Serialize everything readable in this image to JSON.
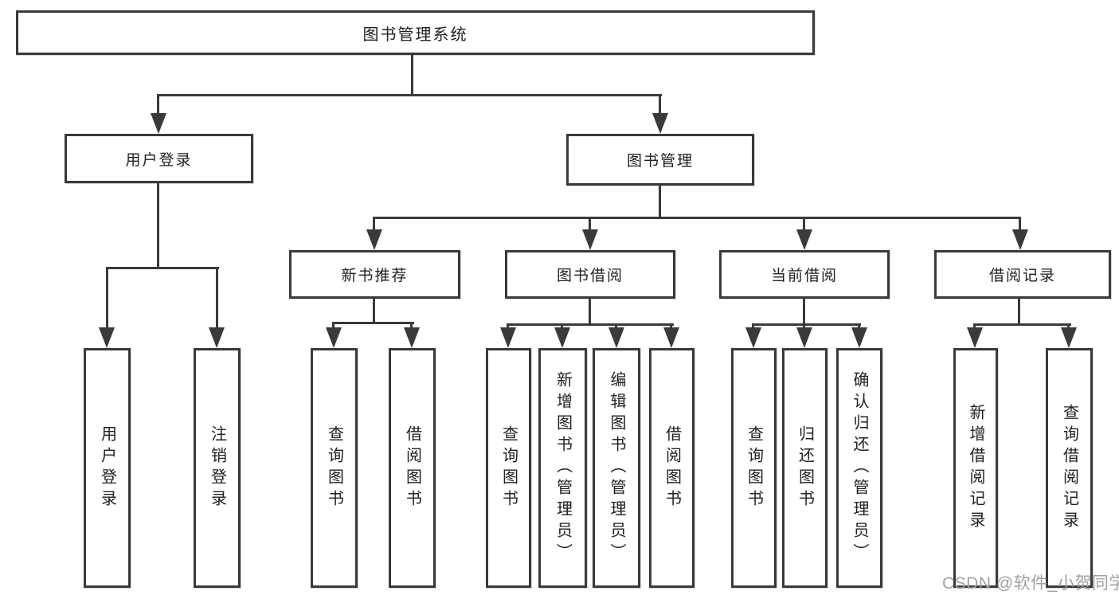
{
  "diagram": {
    "root": {
      "label": "图书管理系统"
    },
    "level2": [
      {
        "label": "用户登录"
      },
      {
        "label": "图书管理"
      }
    ],
    "level3": [
      {
        "label": "新书推荐",
        "parent": "图书管理"
      },
      {
        "label": "图书借阅",
        "parent": "图书管理"
      },
      {
        "label": "当前借阅",
        "parent": "图书管理"
      },
      {
        "label": "借阅记录",
        "parent": "图书管理"
      }
    ],
    "leaves": [
      {
        "label": "用户登录",
        "parent": "用户登录"
      },
      {
        "label": "注销登录",
        "parent": "用户登录"
      },
      {
        "label": "查询图书",
        "parent": "新书推荐"
      },
      {
        "label": "借阅图书",
        "parent": "新书推荐"
      },
      {
        "label": "查询图书",
        "parent": "图书借阅"
      },
      {
        "label": "新增图书（管理员）",
        "parent": "图书借阅"
      },
      {
        "label": "编辑图书（管理员）",
        "parent": "图书借阅"
      },
      {
        "label": "借阅图书",
        "parent": "图书借阅"
      },
      {
        "label": "查询图书",
        "parent": "当前借阅"
      },
      {
        "label": "归还图书",
        "parent": "当前借阅"
      },
      {
        "label": "确认归还（管理员）",
        "parent": "当前借阅"
      },
      {
        "label": "新增借阅记录",
        "parent": "借阅记录"
      },
      {
        "label": "查询借阅记录",
        "parent": "借阅记录"
      }
    ],
    "watermark": "CSDN @软件_小贺同学",
    "colors": {
      "line": "#3a3a3a",
      "text": "#212121",
      "watermark": "#a1a1a1",
      "background": "#ffffff"
    }
  }
}
